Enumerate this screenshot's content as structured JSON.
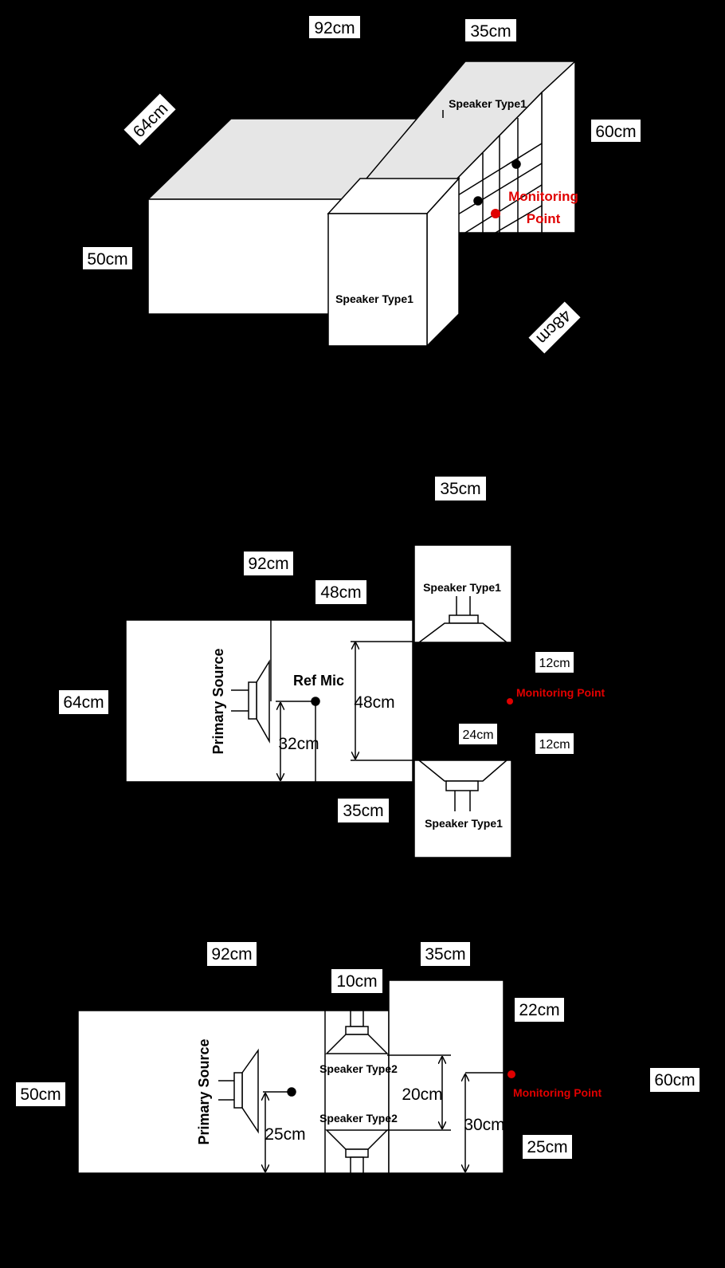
{
  "labels": {
    "speaker_type1": "Speaker Type1",
    "speaker_type2": "Speaker Type2",
    "monitoring_point": "Monitoring Point",
    "monitoring_line1": "Monitoring",
    "monitoring_line2": "Point",
    "primary_source": "Primary Source",
    "ref_mic": "Ref Mic"
  },
  "view_iso": {
    "dims": [
      "92cm",
      "35cm",
      "64cm",
      "60cm",
      "50cm",
      "48cm"
    ]
  },
  "view_top": {
    "dims": [
      "35cm",
      "92cm",
      "48cm",
      "64cm",
      "48cm",
      "32cm",
      "35cm"
    ],
    "dims_small": [
      "12cm",
      "24cm",
      "12cm"
    ]
  },
  "view_side": {
    "dims": [
      "92cm",
      "35cm",
      "10cm",
      "22cm",
      "50cm",
      "60cm",
      "20cm",
      "30cm",
      "25cm",
      "25cm"
    ]
  },
  "colors": {
    "background": "#000000",
    "box": "#ffffff",
    "box_top": "#e6e6e6",
    "accent": "#e00000"
  }
}
